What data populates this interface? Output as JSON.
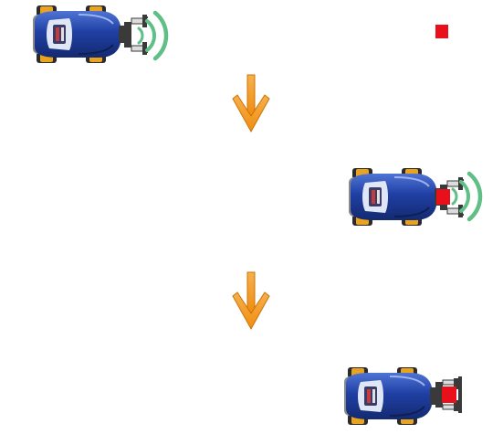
{
  "colors": {
    "background": "#ffffff",
    "car_body": "#1f3fa3",
    "car_body_light": "#4f74d6",
    "car_body_dark": "#142a70",
    "wheel_tire": "#2b2b2b",
    "wheel_rim": "#e8a321",
    "chassis": "#8a8a8a",
    "gripper": "#3a3a3a",
    "gripper_light": "#dcdcdc",
    "target_block": "#e8101b",
    "sensor_wave": "#5fbf86",
    "arrow": "#f39a1e",
    "arrow_dark": "#c97408"
  },
  "icons": {
    "vehicle": "robot-car-icon",
    "signal": "sensor-wave-icon",
    "flow": "down-arrow-icon",
    "object": "red-block-icon"
  },
  "steps": [
    {
      "id": "detect",
      "vehicle_state": "approaching",
      "sensor_active": true,
      "holding_object": false
    },
    {
      "id": "reach",
      "vehicle_state": "arrived",
      "sensor_active": true,
      "holding_object": false
    },
    {
      "id": "grab",
      "vehicle_state": "gripping",
      "sensor_active": false,
      "holding_object": true
    }
  ]
}
